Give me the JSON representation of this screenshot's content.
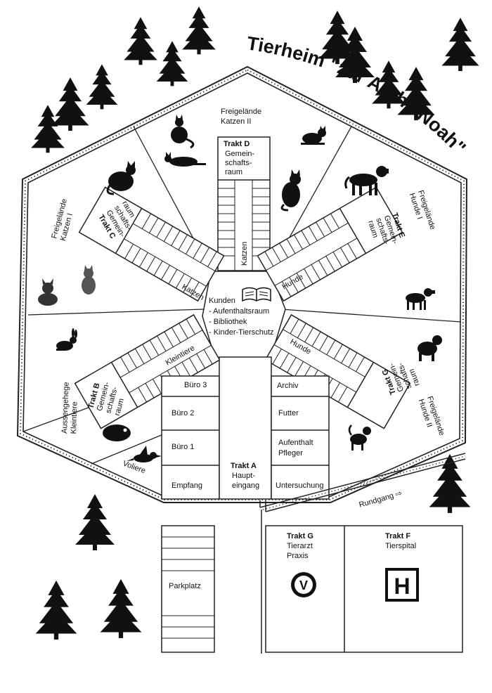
{
  "title": "Tierheim \"zur Arche Noah\"",
  "colors": {
    "ink": "#111111",
    "paper": "#ffffff",
    "wall": "#222222"
  },
  "zones": {
    "katzen2": [
      "Freigelände",
      "Katzen II"
    ],
    "katzen1": [
      "Freigelände",
      "Katzen I"
    ],
    "hunde1": [
      "Freigelände",
      "Hunde I"
    ],
    "hunde2": [
      "Freigelände",
      "Hunde II"
    ],
    "kleintiere": [
      "Aussengehege",
      "Kleintiere"
    ],
    "voliere": "Voliere"
  },
  "wings": {
    "d": {
      "name": "Trakt D",
      "room": [
        "Gemein-",
        "schafts-",
        "raum"
      ],
      "kennel": "Katzen"
    },
    "c": {
      "name": "Trakt C",
      "room": [
        "Gemein-",
        "schafts-",
        "raum"
      ],
      "kennel": "Katzen"
    },
    "e": {
      "name": "Trakt E",
      "room": [
        "Gemein-",
        "schafts-",
        "raum"
      ],
      "kennel": "Hunde"
    },
    "b": {
      "name": "Trakt B",
      "room": [
        "Gemein-",
        "schafts-",
        "raum"
      ],
      "kennel": "Kleintiere"
    },
    "g": {
      "name": "Trakt G",
      "room": [
        "Gemein-",
        "schafts-",
        "raum"
      ],
      "kennel": "Hunde"
    }
  },
  "center": {
    "heading": "Kunden",
    "items": [
      "- Aufenthaltsraum",
      "- Bibliothek",
      "- Kinder-Tierschutz"
    ]
  },
  "trakt_a": {
    "name": "Trakt A",
    "entrance": [
      "Haupt-",
      "eingang"
    ],
    "left_rooms": [
      "Büro 3",
      "Büro 2",
      "Büro 1",
      "Empfang"
    ],
    "right_rooms": [
      [
        "Archiv"
      ],
      [
        "Futter"
      ],
      [
        "Aufenthalt",
        "Pfleger"
      ],
      [
        "Untersuchung"
      ]
    ]
  },
  "rundgang": "Rundgang ⇨",
  "parkplatz": "Parkplatz",
  "trakt_g_praxis": {
    "name": "Trakt G",
    "lines": [
      "Tierarzt",
      "Praxis"
    ],
    "symbol": "V"
  },
  "trakt_f": {
    "name": "Trakt F",
    "line": "Tierspital",
    "symbol": "H"
  }
}
